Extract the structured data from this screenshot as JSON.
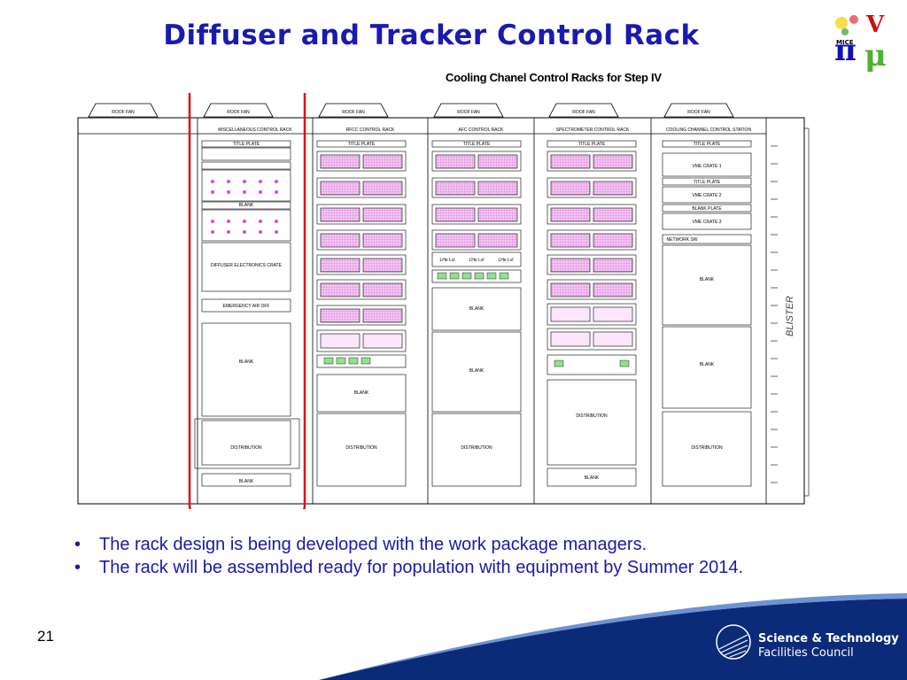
{
  "slide": {
    "title": "Diffuser and Tracker Control Rack",
    "subtitle": "Cooling Chanel Control Racks for Step IV",
    "bullets": [
      "The rack design is being developed with the work package managers.",
      "The rack will be assembled ready for population with equipment by Summer 2014."
    ],
    "page_number": "21"
  },
  "logo": {
    "top_text": "V",
    "pi_text": "π",
    "mice_text": "MICE",
    "mu_text": "μ"
  },
  "footer": {
    "line1": "Science & Technology",
    "line2": "Facilities Council"
  },
  "diagram": {
    "roof_fan_labels": [
      "ROOF FAN",
      "ROOF FAN",
      "ROOF FAN",
      "ROOF FAN",
      "ROOF FAN",
      "ROOF FAN"
    ],
    "blister_label": "BLISTER",
    "rack_names": [
      "MISCELLANEOUS CONTROL RACK",
      "RFCC CONTROL RACK",
      "AFC CONTROL RACK",
      "SPECTROMETER CONTROL RACK",
      "COOLING CHANNEL CONTROL STATION"
    ],
    "misc_rack": {
      "title": "TITLE PLATE",
      "blank1": "BLANK",
      "crate": "DIFFUSER ELECTRONICS CRATE",
      "air": "EMERGENCY AIR OFF",
      "blank2": "BLANK",
      "dist": "DISTRIBUTION",
      "blank3": "BLANK"
    },
    "rfcc_rack": {
      "title": "TITLE PLATE",
      "blank": "BLANK",
      "dist": "DISTRIBUTION"
    },
    "afc_rack": {
      "title": "TITLE PLATE",
      "lhe": [
        "LHe Lvl",
        "LHe Lvl",
        "LHe Lvl"
      ],
      "blank1": "BLANK",
      "blank2": "BLANK",
      "dist": "DISTRIBUTION"
    },
    "spec_rack": {
      "title": "TITLE PLATE",
      "dist": "DISTRIBUTION",
      "blank": "BLANK"
    },
    "ccs_rack": {
      "title": "TITLE PLATE",
      "vme1": "VME CRATE 1",
      "title2": "TITLE PLATE",
      "vme2": "VME CRATE 2",
      "blank_plate": "BLANK PLATE",
      "vme3": "VME CRATE 3",
      "network": "NETWORK SW",
      "blank1": "BLANK",
      "blank2": "BLANK",
      "dist": "DISTRIBUTION"
    }
  },
  "colors": {
    "title": "#1a1ab0",
    "bullets": "#1a1aa8",
    "highlight": "#e01010",
    "module": "#e066e0",
    "footer": "#0b2a78"
  }
}
